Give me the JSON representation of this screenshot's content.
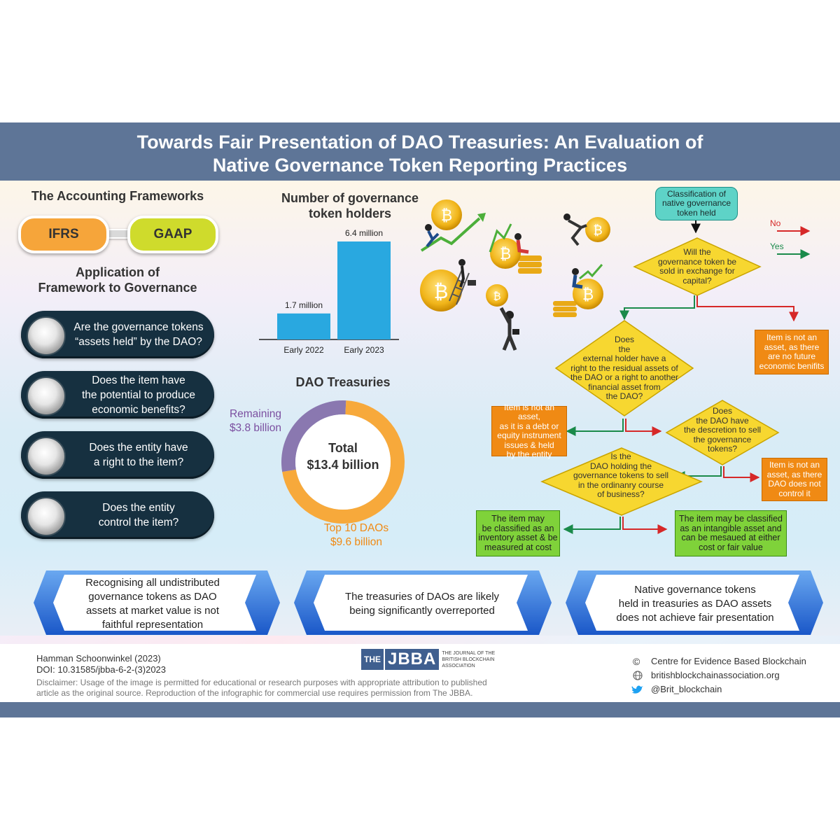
{
  "title": {
    "line1": "Towards Fair Presentation of DAO Treasuries: An Evaluation of",
    "line2": "Native Governance Token Reporting Practices"
  },
  "frameworks": {
    "heading": "The Accounting Frameworks",
    "ifrs": "IFRS",
    "gaap": "GAAP",
    "colors": {
      "ifrs": "#f6a53a",
      "gaap": "#cfdb2c"
    }
  },
  "application": {
    "heading_line1": "Application of",
    "heading_line2": "Framework to Governance",
    "questions": [
      {
        "line1": "Are the governance tokens",
        "line2": "“assets held” by the DAO?"
      },
      {
        "line1": "Does the item have",
        "line2": "the potential to produce",
        "line3": "economic benefits?"
      },
      {
        "line1": "Does the entity have",
        "line2": "a right to the item?"
      },
      {
        "line1": "Does the entity",
        "line2": "control the item?"
      }
    ]
  },
  "holders_chart": {
    "heading_line1": "Number of governance",
    "heading_line2": "token holders",
    "bar_color": "#29a8e0"
  },
  "treasuries_chart": {
    "heading": "DAO Treasuries",
    "total_label": "Total",
    "total_value": "$13.4 billion",
    "remaining_line1": "Remaining",
    "remaining_line2": "$3.8 billion",
    "top_line1": "Top 10 DAOs",
    "top_line2": "$9.6 billion",
    "colors": {
      "remaining": "#8a78b0",
      "top": "#f7a93b"
    }
  },
  "chart_data": [
    {
      "type": "bar",
      "categories": [
        "Early 2022",
        "Early 2023"
      ],
      "values": [
        1.7,
        6.4
      ],
      "data_labels": [
        "1.7 million",
        "6.4 million"
      ],
      "title": "Number of governance token holders",
      "ylim": [
        0,
        6.4
      ]
    },
    {
      "type": "pie",
      "categories": [
        "Remaining",
        "Top 10 DAOs"
      ],
      "values": [
        3.8,
        9.6
      ],
      "title": "DAO Treasuries",
      "total": 13.4
    }
  ],
  "flowchart": {
    "legend": {
      "no": "No",
      "yes": "Yes",
      "no_color": "#d62828",
      "yes_color": "#1a8a4a"
    },
    "start": {
      "line1": "Classification of",
      "line2": "native governance",
      "line3": "token held"
    },
    "d1": {
      "line1": "Will the",
      "line2": "governance token be",
      "line3": "sold in exchange for",
      "line4": "capital?"
    },
    "o1": {
      "line1": "Item is not an",
      "line2": "asset, as there",
      "line3": "are no future",
      "line4": "economic benifits"
    },
    "d2": {
      "line1": "Does",
      "line2": "the",
      "line3": "external holder have a",
      "line4": "right to the residual assets of",
      "line5": "the DAO or a right to another",
      "line6": "financial asset from",
      "line7": "the DAO?"
    },
    "o2": {
      "line1": "Item is not an asset,",
      "line2": "as it is a debt or",
      "line3": "equity instrument",
      "line4": "issues & held",
      "line5": "by the entity"
    },
    "d3": {
      "line1": "Does",
      "line2": "the DAO have",
      "line3": "the descretion to sell",
      "line4": "the governance",
      "line5": "tokens?"
    },
    "o3": {
      "line1": "Item is not an",
      "line2": "asset, as there",
      "line3": "DAO does not",
      "line4": "control it"
    },
    "d4": {
      "line1": "Is the",
      "line2": "DAO holding the",
      "line3": "governance tokens to sell",
      "line4": "in the ordinanry course",
      "line5": "of business?"
    },
    "g1": {
      "line1": "The item may",
      "line2": "be classified as an",
      "line3": "inventory asset & be",
      "line4": "measured at cost"
    },
    "g2": {
      "line1": "The item may be classified",
      "line2": "as an intangible asset and",
      "line3": "can be mesaued at either",
      "line4": "cost or fair value"
    }
  },
  "conclusions": [
    {
      "line1": "Recognising all undistributed",
      "line2": "governance tokens as DAO",
      "line3": "assets at market value is not",
      "line4": "faithful representation"
    },
    {
      "line1": "The treasuries of DAOs are likely",
      "line2": "being significantly overreported"
    },
    {
      "line1": "Native governance tokens",
      "line2": "held in treasuries as DAO assets",
      "line3": "does not achieve fair presentation"
    }
  ],
  "footer": {
    "author": "Hamman Schoonwinkel (2023)",
    "doi": "DOI: 10.31585/jbba-6-2-(3)2023",
    "disclaimer_line1": "Disclaimer: Usage of the image is permitted for educational or research purposes with appropriate attribution to published",
    "disclaimer_line2": "article as the original source. Reproduction of the infographic for commercial use requires permission from The JBBA.",
    "logo_the": "THE",
    "logo_jbba": "JBBA",
    "logo_sub1": "THE JOURNAL OF THE",
    "logo_sub2": "BRITISH BLOCKCHAIN",
    "logo_sub3": "ASSOCIATION",
    "copyright_symbol": "©",
    "centre": "Centre for Evidence Based Blockchain",
    "website": "britishblockchainassociation.org",
    "twitter": "@Brit_blockchain"
  }
}
